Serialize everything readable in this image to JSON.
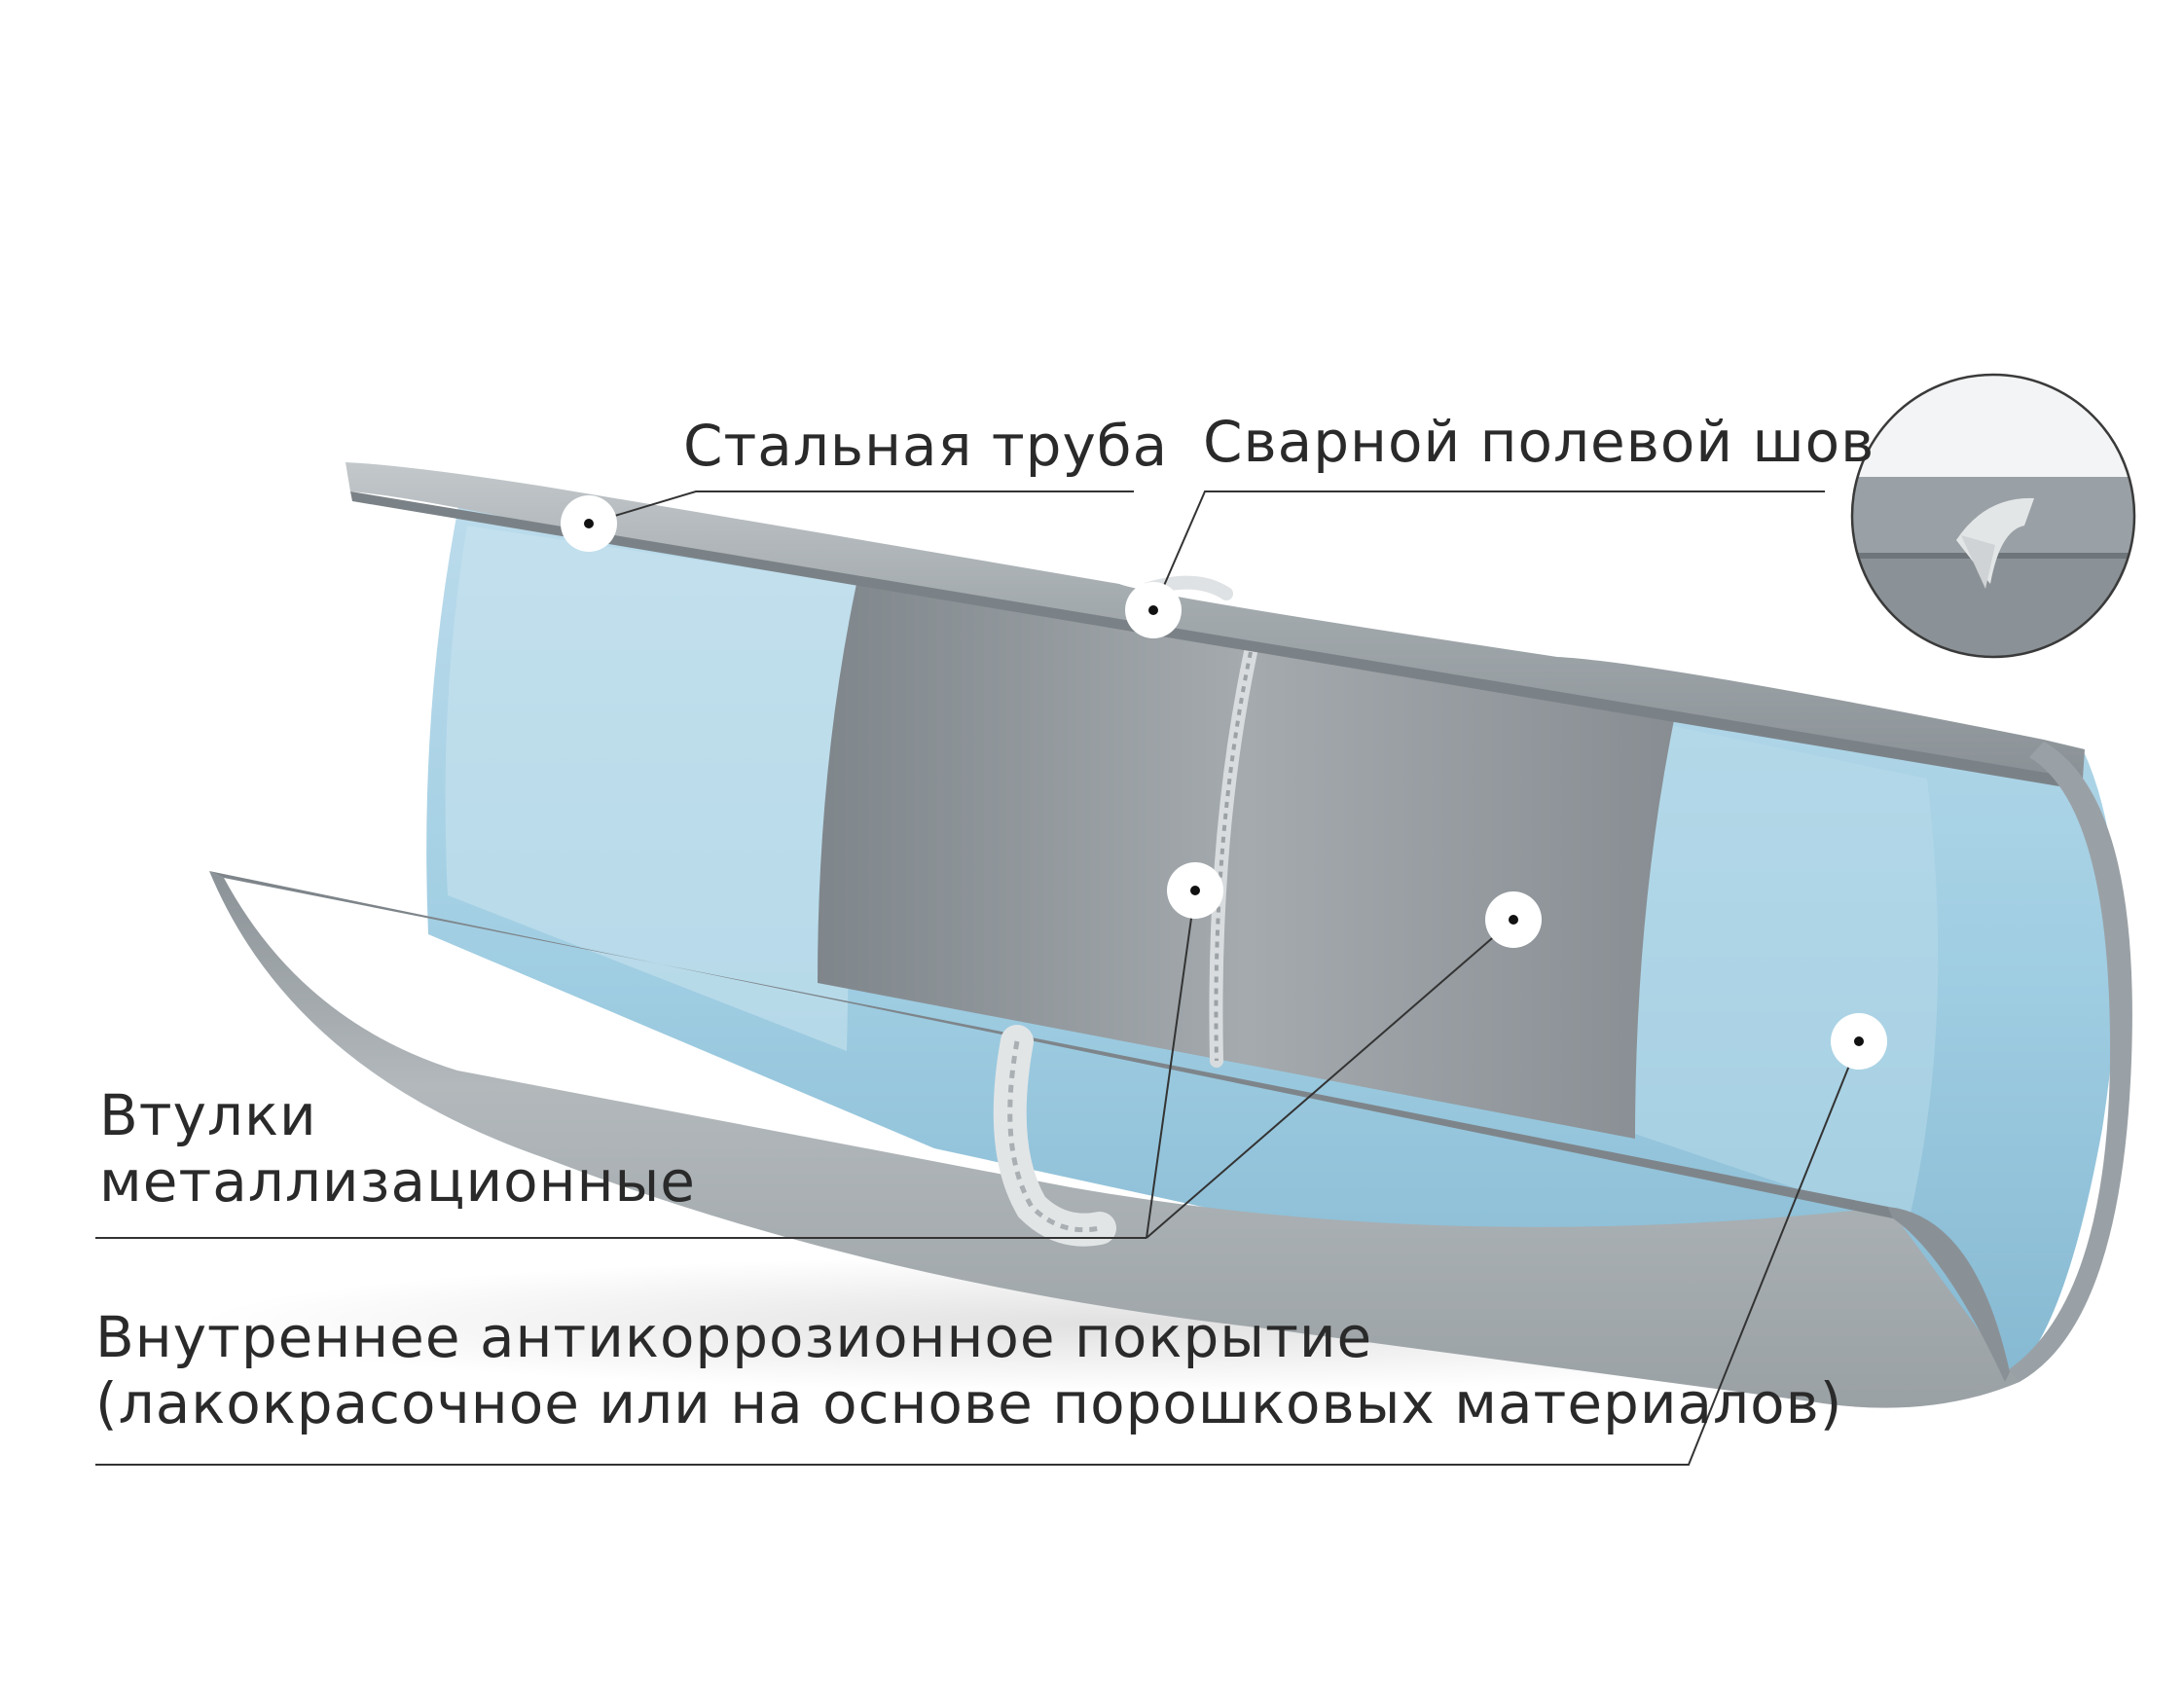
{
  "labels": {
    "steel_pipe": "Стальная труба",
    "field_weld": "Сварной полевой шов",
    "bushings_line1": "Втулки",
    "bushings_line2": "металлизационные",
    "coating_line1": "Внутреннее антикоррозионное покрытие",
    "coating_line2": "(лакокрасочное или на основе порошковых материалов)"
  },
  "colors": {
    "coating_blue": "#a8d2e4",
    "steel_gray": "#9aa1a6",
    "bushing_gray": "#8f9499",
    "leader_line": "#333333"
  },
  "icons": {
    "callout_marker": "white-dot-marker",
    "detail_view": "magnified-weld-inset"
  }
}
